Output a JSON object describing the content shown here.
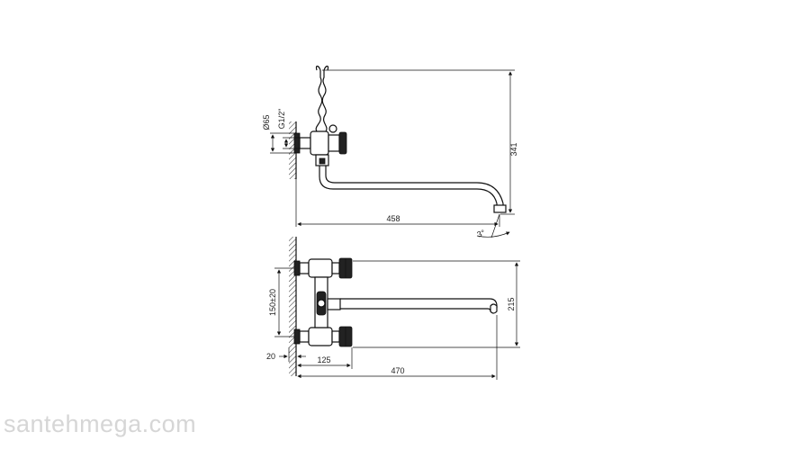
{
  "side_view": {
    "dimensions": {
      "height": "341",
      "length": "458",
      "diameter": "Ø65",
      "thread": "G1/2\"",
      "swivel_angle": "3°"
    }
  },
  "top_view": {
    "dimensions": {
      "spacing": "150±20",
      "depth": "215",
      "wall_offset": "20",
      "valve_reach": "125",
      "overall_length": "470"
    }
  },
  "watermark": "santehmega.com"
}
